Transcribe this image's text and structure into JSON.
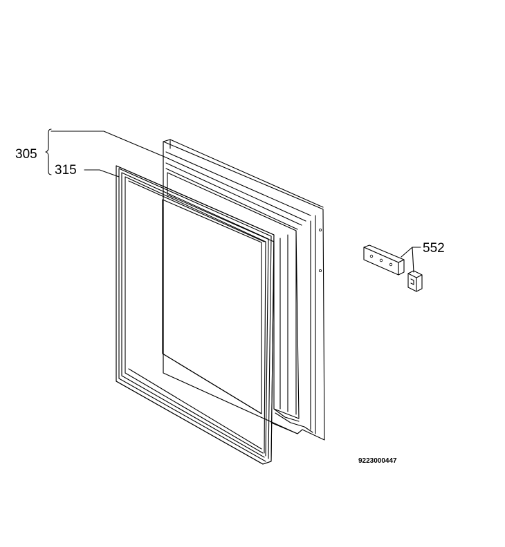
{
  "labels": {
    "door_assembly": "305",
    "door_gasket": "315",
    "hinge_bracket": "552"
  },
  "drawing_code": "9223000447"
}
